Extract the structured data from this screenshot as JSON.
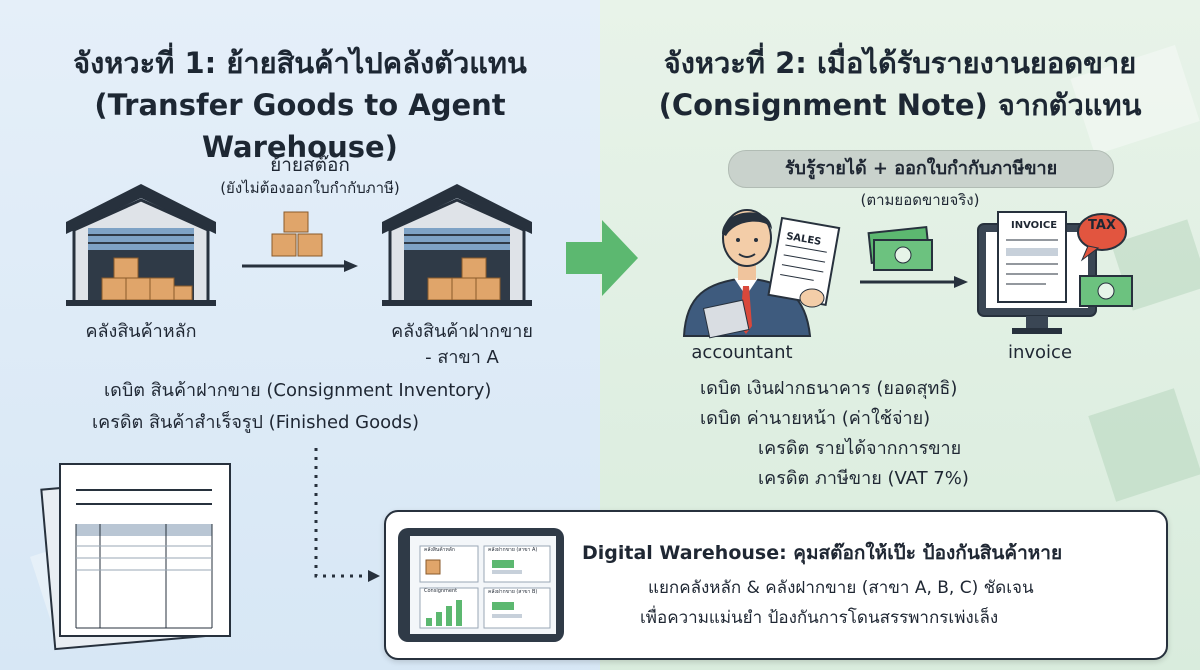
{
  "left": {
    "title_th": "จังหวะที่ 1: ย้ายสินค้าไปคลังตัวแทน",
    "title_en": "(Transfer Goods to Agent Warehouse)",
    "transfer_label": "ย้ายสต๊อก",
    "transfer_note": "(ยังไม่ต้องออกใบกำกับภาษี)",
    "main_warehouse": "คลังสินค้าหลัก",
    "consign_warehouse_line1": "คลังสินค้าฝากขาย",
    "consign_warehouse_line2": "- สาขา A",
    "entries": [
      "เดบิต สินค้าฝากขาย (Consignment Inventory)",
      "เครดิต สินค้าสำเร็จรูป (Finished Goods)"
    ]
  },
  "right": {
    "title_th": "จังหวะที่ 2: เมื่อได้รับรายงานยอดขาย",
    "title_en": "(Consignment Note) จากตัวแทน",
    "pill": "รับรู้รายได้ + ออกใบกำกับภาษีขาย",
    "pill_note": "(ตามยอดขายจริง)",
    "accountant_label": "accountant",
    "invoice_label": "invoice",
    "sales_doc": "SALES",
    "invoice_doc": "INVOICE",
    "tax_badge": "TAX",
    "entries": [
      "เดบิต เงินฝากธนาคาร (ยอดสุทธิ)",
      "เดบิต ค่านายหน้า (ค่าใช้จ่าย)",
      "เครดิต รายได้จากการขาย",
      "เครดิต ภาษีขาย (VAT 7%)"
    ]
  },
  "digital": {
    "title": "Digital Warehouse: คุมสต๊อกให้เป๊ะ ป้องกันสินค้าหาย",
    "line1": "แยกคลังหลัก & คลังฝากขาย (สาขา A, B, C) ชัดเจน",
    "line2": "เพื่อความแม่นยำ ป้องกันการโดนสรรพากรเพ่งเล็ง",
    "tablet_card1": "คลังสินค้าหลัก",
    "tablet_card2": "คลังฝากขาย (สาขา A)",
    "tablet_card3": "Consignment",
    "tablet_card4": "คลังฝากขาย (สาขา B)"
  },
  "colors": {
    "left_bg": "#dbe9f6",
    "right_bg": "#dcefe0",
    "arrow_green": "#5cb870",
    "box": "#e0a56a",
    "dark": "#27313d"
  }
}
